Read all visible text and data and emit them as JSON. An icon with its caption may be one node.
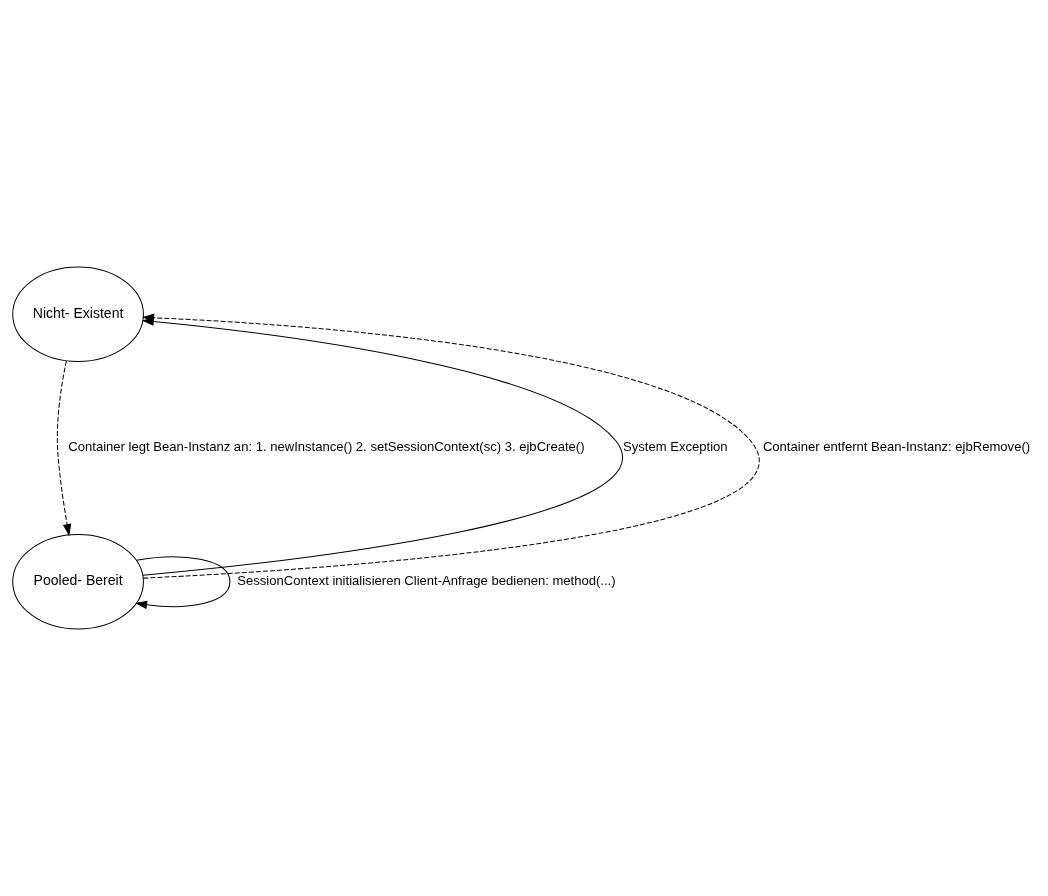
{
  "diagram": {
    "nodes": [
      {
        "text": [
          "Nicht- Existent"
        ]
      },
      {
        "text": [
          "Pooled- Bereit"
        ]
      }
    ],
    "edges": [
      {
        "from": 1,
        "to": 0,
        "arrow": "to",
        "label": "System Exception"
      },
      {
        "from": 0,
        "to": 1,
        "arrow": "to",
        "style": "dashed",
        "label": "Container legt Bean-Instanz an: 1. newInstance() 2. setSessionContext(sc) 3. ejbCreate()"
      },
      {
        "from": 1,
        "to": 0,
        "arrow": "to",
        "style": "dashed",
        "label": "Container entfernt Bean-Instanz: ejbRemove()"
      },
      {
        "from": 1,
        "to": 1,
        "arrow": "to",
        "label": "SessionContext initialisieren Client-Anfrage bedienen: method(...)"
      }
    ]
  }
}
